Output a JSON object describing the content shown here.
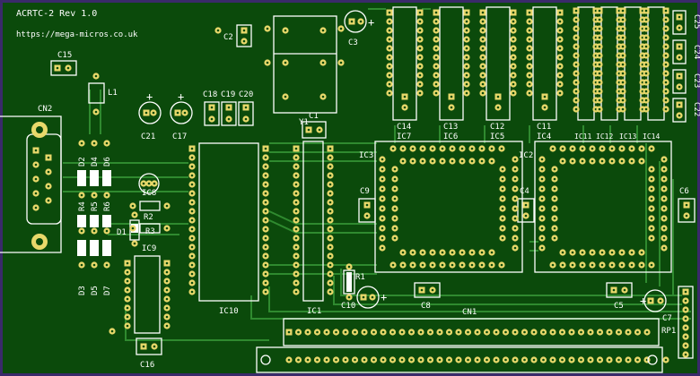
{
  "board": {
    "title": "ACRTC-2 Rev 1.0",
    "url": "https://mega-micros.co.uk"
  },
  "colors": {
    "background": "#0b4a0b",
    "trace": "#2f8a2f",
    "silk": "#ffffff",
    "pad": "#e8d86a",
    "outline": "#3a2a6a"
  },
  "labels": {
    "c15": "C15",
    "l1": "L1",
    "cn2": "CN2",
    "c2": "C2",
    "c3": "C3",
    "y1": "Y1",
    "c21": "C21",
    "c17": "C17",
    "c18": "C18",
    "c19": "C19",
    "c20": "C20",
    "d2": "D2",
    "d4": "D4",
    "d6": "D6",
    "ic8": "IC8",
    "r4": "R4",
    "r5": "R5",
    "r6": "R6",
    "r2": "R2",
    "d1": "D1",
    "r3": "R3",
    "ic9": "IC9",
    "d3": "D3",
    "d5": "D5",
    "d7": "D7",
    "c16": "C16",
    "ic10": "IC10",
    "c1": "C1",
    "ic1": "IC1",
    "c10": "C10",
    "r1": "R1",
    "ic3": "IC3",
    "c9": "C9",
    "c8": "C8",
    "cn1": "CN1",
    "ic2": "IC2",
    "c4": "C4",
    "c6": "C6",
    "c5": "C5",
    "c7": "C7",
    "rp1": "RP1",
    "c14": "C14",
    "ic7": "IC7",
    "c13": "C13",
    "ic6": "IC6",
    "c12": "C12",
    "ic5": "IC5",
    "c11": "C11",
    "ic4": "IC4",
    "ic11": "IC11",
    "ic12": "IC12",
    "ic13": "IC13",
    "ic14": "IC14",
    "c25": "C25",
    "c24": "C24",
    "c23": "C23",
    "c22": "C22"
  }
}
